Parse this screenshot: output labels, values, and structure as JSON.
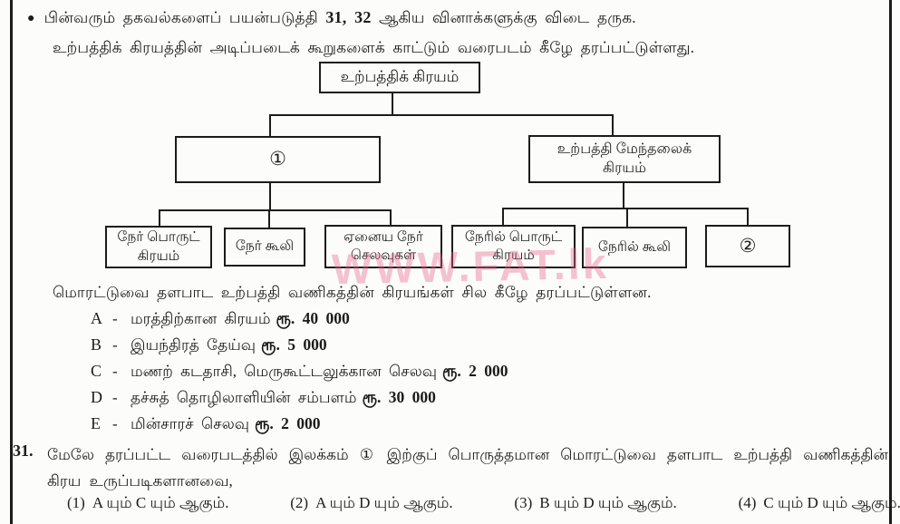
{
  "intro": {
    "bullet": "●",
    "line1_pre": "பின்வரும் தகவல்களைப் பயன்படுத்தி ",
    "line1_bold": "31, 32",
    "line1_post": " ஆகிய வினாக்களுக்கு விடை தருக.",
    "line2": "உற்பத்திக் கிரயத்தின் அடிப்படைக் கூறுகளைக் காட்டும் வரைபடம் கீழே தரப்பட்டுள்ளது."
  },
  "diagram": {
    "root": "உற்பத்திக் கிரயம்",
    "node_1": "①",
    "overhead": "உற்பத்தி மேந்தலைக் கிரயம்",
    "leaves": [
      "நேர் பொருட் கிரயம்",
      "நேர் கூலி",
      "ஏனைய நேர் செலவுகள்",
      "நேரில் பொருட் கிரயம்",
      "நேரில் கூலி",
      "②"
    ]
  },
  "watermark": {
    "text": "WWW.FAT.lk",
    "color": "#e76089"
  },
  "costs": {
    "intro": "மொரட்டுவை தளபாட உற்பத்தி வணிகத்தின் கிரயங்கள் சில கீழே தரப்பட்டுள்ளன.",
    "items": [
      {
        "label": "A",
        "sep": "-",
        "desc": "மரத்திற்கான கிரயம்",
        "amount": "ரூ. 40 000"
      },
      {
        "label": "B",
        "sep": "-",
        "desc": "இயந்திரத் தேய்வு",
        "amount": "ரூ. 5 000"
      },
      {
        "label": "C",
        "sep": "-",
        "desc": "மணற் கடதாசி, மெருகூட்டலுக்கான செலவு",
        "amount": "ரூ. 2 000"
      },
      {
        "label": "D",
        "sep": "-",
        "desc": "தச்சுத் தொழிலாளியின் சம்பளம்",
        "amount": "ரூ. 30 000"
      },
      {
        "label": "E",
        "sep": "-",
        "desc": "மின்சாரச் செலவு",
        "amount": "ரூ. 2 000"
      }
    ]
  },
  "question": {
    "number": "31.",
    "text": "மேலே தரப்பட்ட வரைபடத்தில் இலக்கம் ① இற்குப் பொருத்தமான மொரட்டுவை தளபாட உற்பத்தி வணிகத்தின் கிரய உருப்படிகளானவை,",
    "options": [
      {
        "num": "(1)",
        "text": "A யும் C யும் ஆகும்."
      },
      {
        "num": "(2)",
        "text": "A யும் D யும் ஆகும்."
      },
      {
        "num": "(3)",
        "text": "B யும் D யும் ஆகும்."
      },
      {
        "num": "(4)",
        "text": "C யும் D யும் ஆகும்."
      }
    ]
  }
}
